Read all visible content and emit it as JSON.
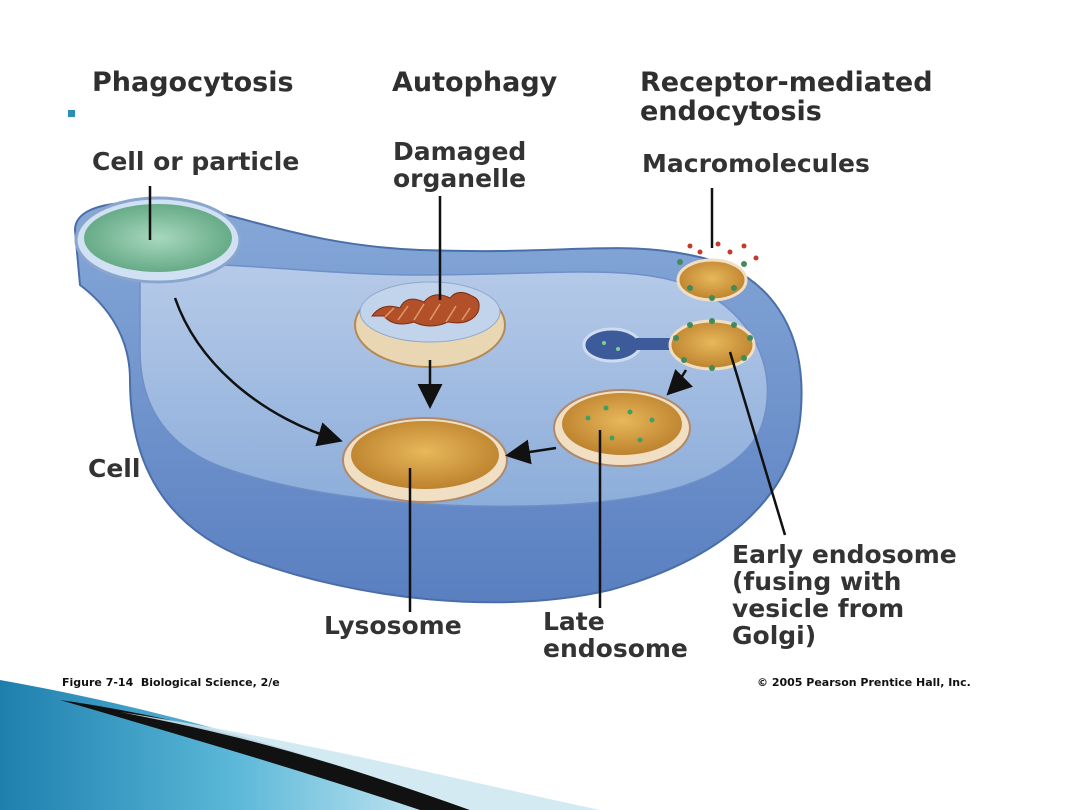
{
  "titles": {
    "phagocytosis": "Phagocytosis",
    "autophagy": "Autophagy",
    "receptor": "Receptor-mediated\nendocytosis"
  },
  "labels": {
    "cell_or_particle": "Cell or particle",
    "damaged_organelle": "Damaged\norganelle",
    "macromolecules": "Macromolecules",
    "cell": "Cell",
    "lysosome": "Lysosome",
    "late_endosome": "Late\nendosome",
    "early_endosome": "Early endosome\n(fusing with\nvesicle from\nGolgi)"
  },
  "footer": {
    "figure": "Figure 7-14  Biological Science, 2/e",
    "copyright": "© 2005 Pearson Prentice Hall, Inc."
  },
  "colors": {
    "cell_fill": "#7fa3d6",
    "cell_dark": "#4d72b0",
    "vesicle_gold": "#d39a3a",
    "particle_green": "#6fb58f",
    "accent_bar": "#2a8fb5"
  }
}
